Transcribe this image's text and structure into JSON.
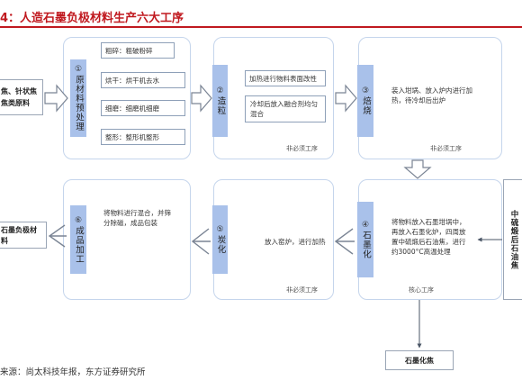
{
  "title": "4：人造石墨负极材料生产六大工序",
  "source": "来源：尚太科技年报，东方证券研究所",
  "input_material": "焦、针状焦\n焦类原料",
  "side_input": "中硫煅后石油焦",
  "output_product": "石墨负极材料",
  "byproduct": "石墨化焦",
  "stages": [
    {
      "num": "①",
      "name": "原材料预处理",
      "steps": [
        "粗碎：粗破粉碎",
        "烘干：烘干机去水",
        "细磨：细磨机细磨",
        "整形：整形机整形"
      ]
    },
    {
      "num": "②",
      "name": "造粒",
      "steps": [
        "加热进行物料表面改性",
        "冷却后放入融合剂均匀混合"
      ],
      "note": "非必须工序"
    },
    {
      "num": "③",
      "name": "焙烧",
      "text": "装入坩埚、放入炉内进行加热，待冷却后出炉",
      "note": "非必须工序"
    },
    {
      "num": "④",
      "name": "石墨化",
      "text": "将物料放入石墨坩埚中，再放入石墨化炉，四周放置中硫煅后石油焦，进行约3000°C高温处理",
      "note": "核心工序"
    },
    {
      "num": "⑤",
      "name": "炭化",
      "text": "放入窑炉，进行加热",
      "note": "非必须工序"
    },
    {
      "num": "⑥",
      "name": "成品加工",
      "text": "将物料进行混合，并筛分除磁，成品包装"
    }
  ]
}
